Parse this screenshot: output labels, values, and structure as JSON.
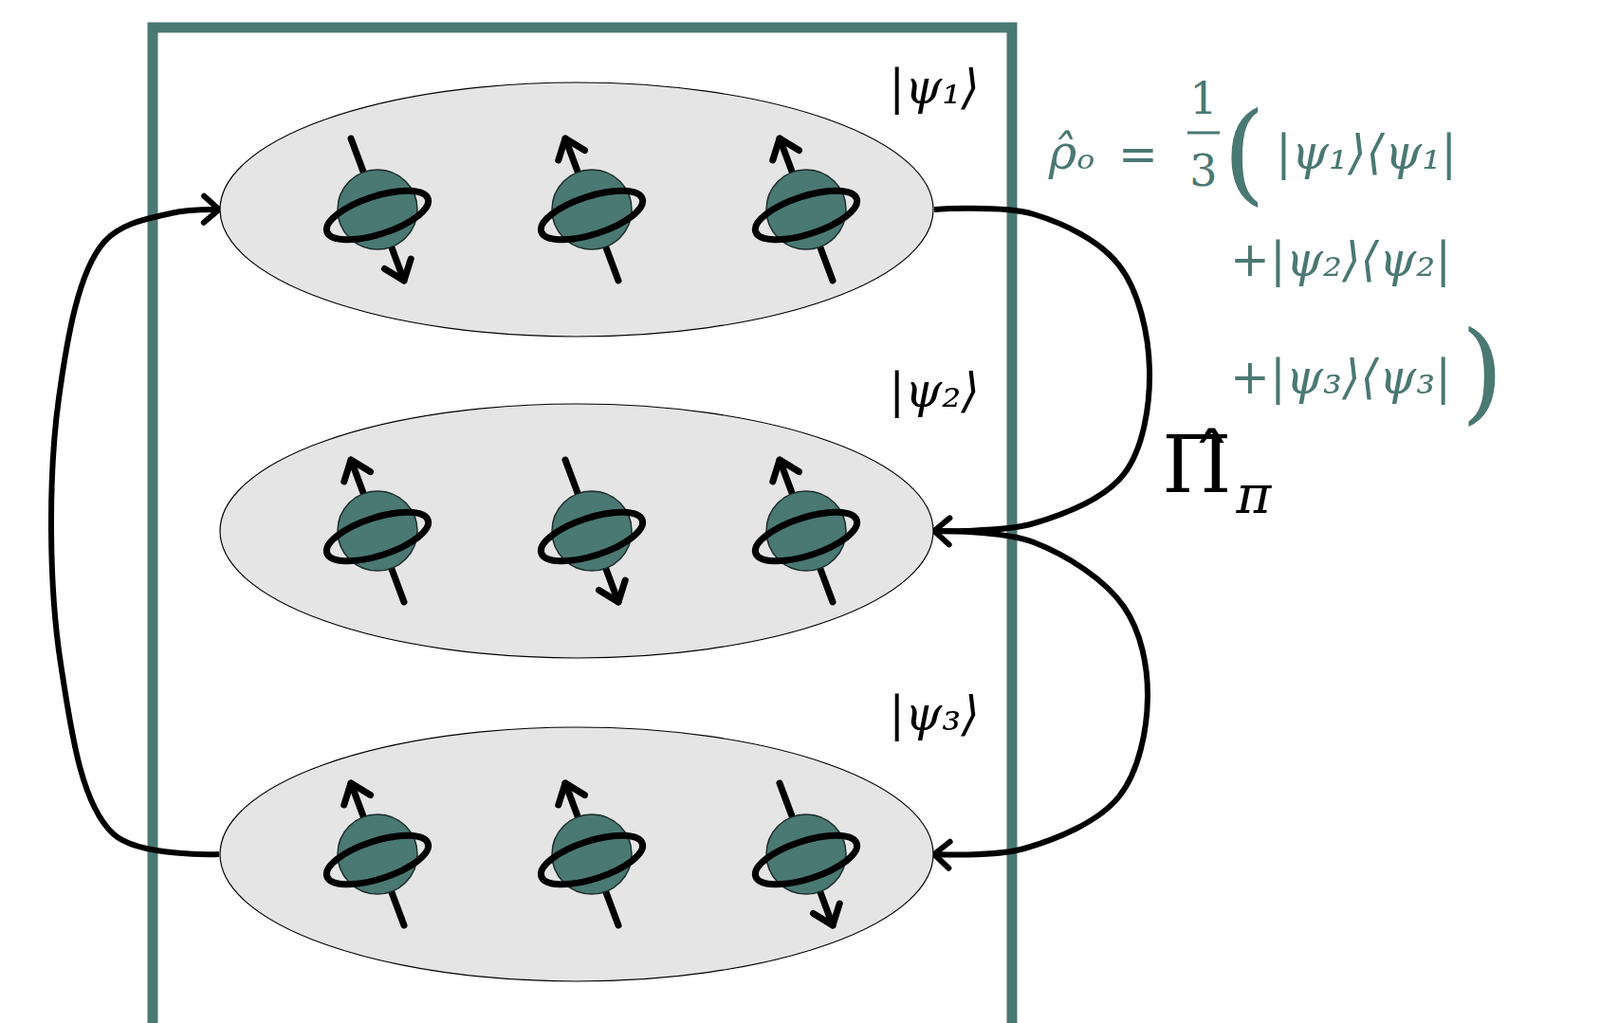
{
  "diagram": {
    "nodes": [
      {
        "text": [
          "|ψ₁⟩"
        ]
      },
      {
        "text": [
          "|ψ₂⟩"
        ]
      },
      {
        "text": [
          "|ψ₃⟩"
        ]
      }
    ],
    "edges": [
      {
        "from": 0,
        "to": 1,
        "arrow": "to"
      },
      {
        "from": 1,
        "to": 2,
        "arrow": "to"
      },
      {
        "from": 2,
        "to": 0,
        "arrow": "to"
      }
    ],
    "labels": [
      "ρ̂ₒ",
      "=",
      "1",
      "3",
      "(",
      "|ψ₁⟩⟨ψ₁|",
      "+|ψ₂⟩⟨ψ₂|",
      "+|ψ₃⟩⟨ψ₃|",
      ")",
      "Π̂",
      "π"
    ]
  }
}
